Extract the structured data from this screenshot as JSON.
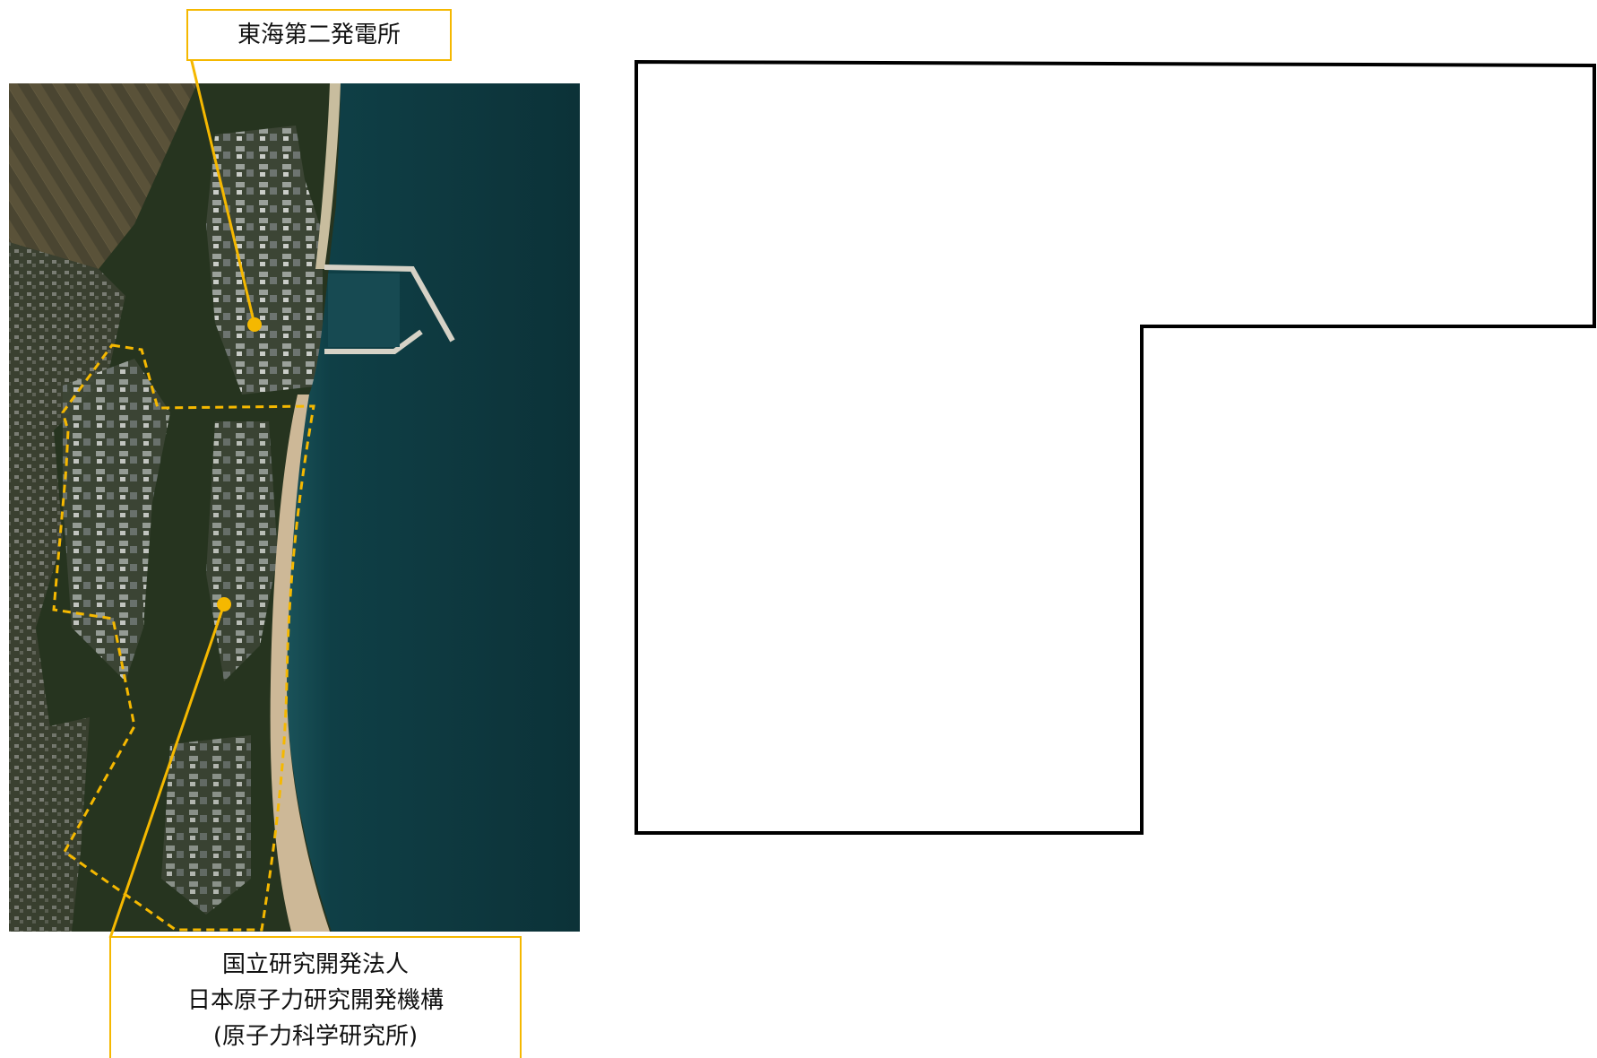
{
  "callouts": {
    "tokai2": {
      "text": "東海第二発電所"
    },
    "jaea": {
      "lines": [
        "国立研究開発法人",
        "日本原子力研究開発機構",
        "(原子力科学研究所)"
      ]
    }
  },
  "colors": {
    "sea": "#0f3d44",
    "land_forest": "#22331d",
    "beach": "#cdb897",
    "boundary": "#f5b800",
    "marker": "#f5b800",
    "outline": "#000000"
  }
}
